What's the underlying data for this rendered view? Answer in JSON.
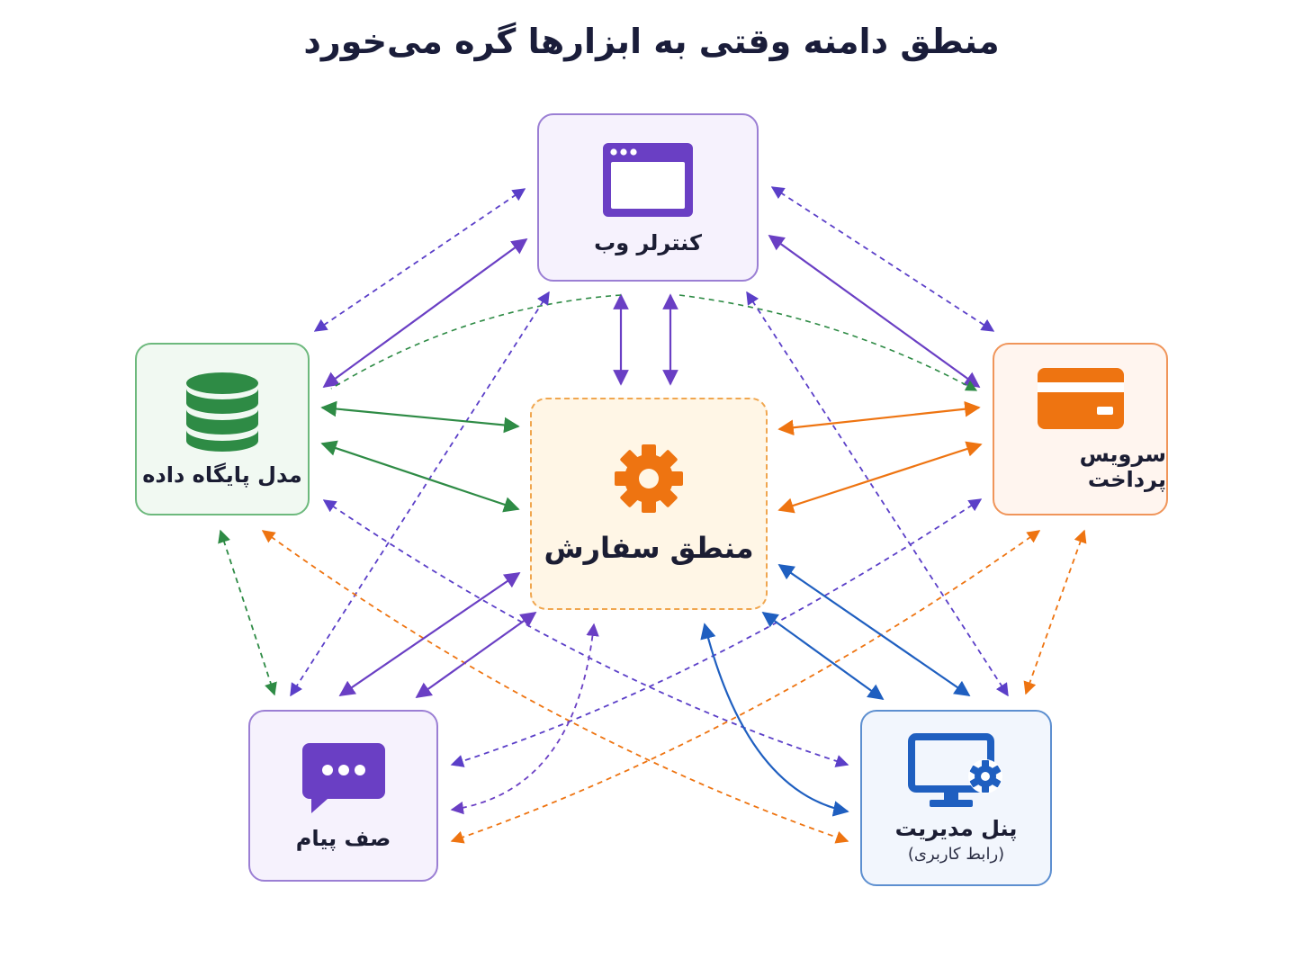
{
  "title": "منطق دامنه وقتی به ابزارها گره می‌خورد",
  "nodes": {
    "web": {
      "label": "کنترلر وب",
      "icon": "browser-window-icon",
      "color": "#6a3fc4"
    },
    "db": {
      "label": "مدل پایگاه داده",
      "icon": "database-icon",
      "color": "#2e8b45"
    },
    "pay": {
      "label": "سرویس پرداخت",
      "icon": "credit-card-icon",
      "color": "#ee7411"
    },
    "core": {
      "label": "منطق سفارش",
      "icon": "gear-icon",
      "color": "#ee7411"
    },
    "queue": {
      "label": "صف پیام",
      "icon": "chat-bubble-icon",
      "color": "#6a3fc4"
    },
    "admin": {
      "label": "پنل مدیریت",
      "sublabel": "(رابط کاربری)",
      "icon": "monitor-gear-icon",
      "color": "#1f5fc0"
    }
  },
  "colors": {
    "purple": "#6a3fc4",
    "green": "#2e8b45",
    "orange": "#ee7411",
    "blue": "#1f5fc0"
  }
}
